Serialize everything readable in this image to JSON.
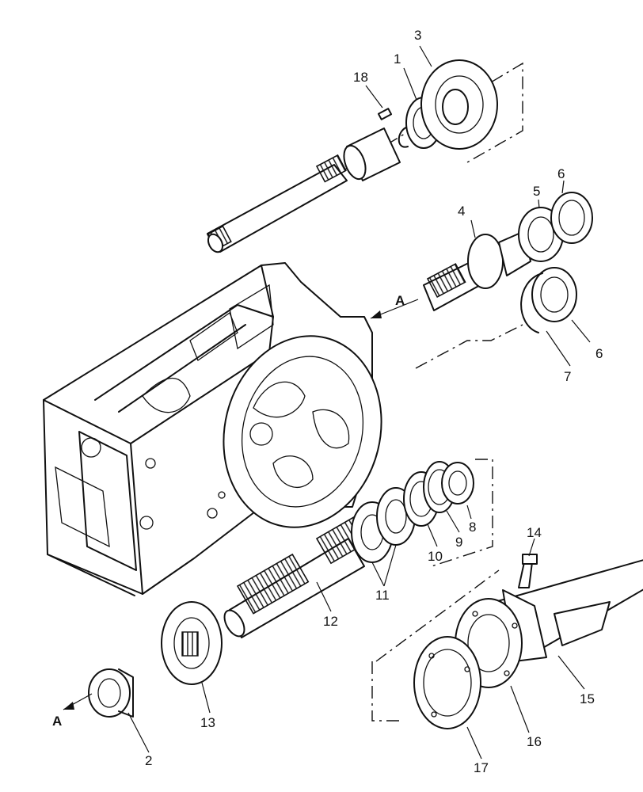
{
  "diagram": {
    "callouts": [
      {
        "id": "c1",
        "text": "1"
      },
      {
        "id": "c2",
        "text": "2"
      },
      {
        "id": "c3",
        "text": "3"
      },
      {
        "id": "c4",
        "text": "4"
      },
      {
        "id": "c5",
        "text": "5"
      },
      {
        "id": "c6a",
        "text": "6"
      },
      {
        "id": "c6b",
        "text": "6"
      },
      {
        "id": "c7",
        "text": "7"
      },
      {
        "id": "c8",
        "text": "8"
      },
      {
        "id": "c9",
        "text": "9"
      },
      {
        "id": "c10",
        "text": "10"
      },
      {
        "id": "c11",
        "text": "11"
      },
      {
        "id": "c12",
        "text": "12"
      },
      {
        "id": "c13",
        "text": "13"
      },
      {
        "id": "c14",
        "text": "14"
      },
      {
        "id": "c15",
        "text": "15"
      },
      {
        "id": "c16",
        "text": "16"
      },
      {
        "id": "c17",
        "text": "17"
      },
      {
        "id": "c18",
        "text": "18"
      }
    ],
    "reference_marks": {
      "top": "A",
      "bottom": "A"
    }
  }
}
